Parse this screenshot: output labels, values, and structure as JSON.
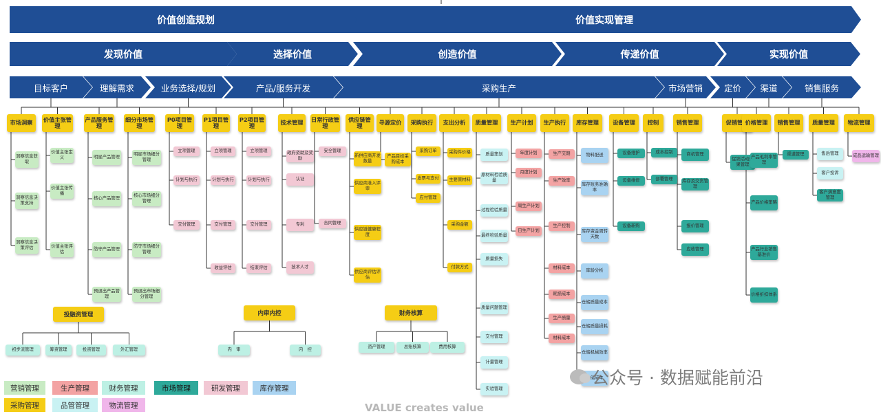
{
  "colors": {
    "navy": "#1f4e95",
    "marketing": "#c8ebc3",
    "production": "#f3a3a3",
    "finance": "#bdf0e4",
    "market": "#2ea99a",
    "rnd": "#f2c8d4",
    "inventory": "#a9d3f1",
    "purchasing": "#f5cd15",
    "quality": "#c9f2f3",
    "logistics": "#f0b6ea",
    "line": "#333333"
  },
  "level1": [
    {
      "label": "价值创造规划"
    },
    {
      "label": "价值实现管理"
    }
  ],
  "level2": [
    {
      "label": "发现价值"
    },
    {
      "label": "选择价值"
    },
    {
      "label": "创造价值"
    },
    {
      "label": "传递价值"
    },
    {
      "label": "实现价值"
    }
  ],
  "level3": [
    {
      "label": "目标客户"
    },
    {
      "label": "理解需求"
    },
    {
      "label": "业务选择/规划"
    },
    {
      "label": "产品/服务开发"
    },
    {
      "label": "采购生产"
    },
    {
      "label": "市场营销"
    },
    {
      "label": "定价"
    },
    {
      "label": "渠道"
    },
    {
      "label": "销售服务"
    }
  ],
  "columns": [
    {
      "title": "市场洞察",
      "cat": "purchasing",
      "items": [
        {
          "label": "洞察信息获取",
          "cat": "marketing"
        },
        {
          "label": "洞察信息决策支持",
          "cat": "marketing"
        },
        {
          "label": "洞察信息决策评估",
          "cat": "marketing"
        }
      ]
    },
    {
      "title": "价值主张管理",
      "cat": "purchasing",
      "items": [
        {
          "label": "价值主张定义",
          "cat": "marketing"
        },
        {
          "label": "价值主张传播",
          "cat": "marketing"
        },
        {
          "label": "价值主张评估",
          "cat": "marketing"
        }
      ]
    },
    {
      "title": "产品服务管理",
      "cat": "purchasing",
      "items": [
        {
          "label": "明星产品管理",
          "cat": "marketing"
        },
        {
          "label": "核心产品管理",
          "cat": "marketing"
        },
        {
          "label": "防守产品管理",
          "cat": "marketing"
        },
        {
          "label": "预退出产品管理",
          "cat": "marketing"
        }
      ]
    },
    {
      "title": "细分市场管理",
      "cat": "purchasing",
      "items": [
        {
          "label": "明星市场细分管理",
          "cat": "marketing"
        },
        {
          "label": "核心市场细分管理",
          "cat": "marketing"
        },
        {
          "label": "防守市场细分管理",
          "cat": "marketing"
        },
        {
          "label": "预退出市场细分管理",
          "cat": "marketing"
        }
      ]
    },
    {
      "title": "P0项目管理",
      "cat": "purchasing",
      "items": [
        {
          "label": "立项管理",
          "cat": "rnd"
        },
        {
          "label": "计划与执行",
          "cat": "rnd"
        },
        {
          "label": "交付管理",
          "cat": "rnd"
        }
      ]
    },
    {
      "title": "P1项目管理",
      "cat": "purchasing",
      "items": [
        {
          "label": "立项管理",
          "cat": "rnd"
        },
        {
          "label": "计划与执行",
          "cat": "rnd"
        },
        {
          "label": "交付管理",
          "cat": "rnd"
        },
        {
          "label": "收益评估",
          "cat": "rnd"
        }
      ]
    },
    {
      "title": "P2项目管理",
      "cat": "purchasing",
      "items": [
        {
          "label": "立项管理",
          "cat": "rnd"
        },
        {
          "label": "计划与执行",
          "cat": "rnd"
        },
        {
          "label": "交付管理",
          "cat": "rnd"
        },
        {
          "label": "结束评估",
          "cat": "rnd"
        }
      ]
    },
    {
      "title": "技术管理",
      "cat": "purchasing",
      "items": [
        {
          "label": "政府资助及奖励",
          "cat": "rnd"
        },
        {
          "label": "认证",
          "cat": "rnd"
        },
        {
          "label": "专利",
          "cat": "rnd"
        },
        {
          "label": "技术人才",
          "cat": "rnd"
        }
      ]
    },
    {
      "title": "日常行政管理",
      "cat": "purchasing",
      "items": [
        {
          "label": "安全管理",
          "cat": "rnd"
        },
        {
          "label": "合同管理",
          "cat": "rnd"
        }
      ]
    },
    {
      "title": "供应链管理",
      "cat": "purchasing",
      "items": [
        {
          "label": "新供应商开发数量",
          "cat": "purchasing"
        },
        {
          "label": "供应商准入评审",
          "cat": "purchasing"
        },
        {
          "label": "供应链健康程度",
          "cat": "purchasing"
        },
        {
          "label": "供应商评估评估",
          "cat": "purchasing"
        }
      ]
    },
    {
      "title": "寻源定价",
      "cat": "purchasing",
      "items": [
        {
          "label": "产品目标采购成本",
          "cat": "purchasing"
        }
      ]
    },
    {
      "title": "采购执行",
      "cat": "purchasing",
      "items": [
        {
          "label": "采购订单",
          "cat": "purchasing"
        },
        {
          "label": "发票与支付",
          "cat": "purchasing"
        },
        {
          "label": "应付管理",
          "cat": "purchasing"
        }
      ]
    },
    {
      "title": "支出分析",
      "cat": "purchasing",
      "items": [
        {
          "label": "采购件价格",
          "cat": "purchasing"
        },
        {
          "label": "主要原材料",
          "cat": "purchasing"
        },
        {
          "label": "采购金额",
          "cat": "purchasing"
        },
        {
          "label": "付款方式",
          "cat": "purchasing"
        }
      ]
    },
    {
      "title": "质量管理",
      "cat": "purchasing",
      "items": [
        {
          "label": "质量策划",
          "cat": "quality"
        },
        {
          "label": "原材料检验质量",
          "cat": "quality"
        },
        {
          "label": "过程检验质量",
          "cat": "quality"
        },
        {
          "label": "最终检验质量",
          "cat": "quality"
        },
        {
          "label": "质量损失",
          "cat": "quality"
        },
        {
          "label": "质量问题管理",
          "cat": "quality"
        },
        {
          "label": "交付管理",
          "cat": "quality"
        },
        {
          "label": "计量管理",
          "cat": "quality"
        },
        {
          "label": "实验管理",
          "cat": "quality"
        }
      ]
    },
    {
      "title": "生产计划",
      "cat": "purchasing",
      "items": [
        {
          "label": "年度计划",
          "cat": "production"
        },
        {
          "label": "月度计划",
          "cat": "production"
        },
        {
          "label": "周生产计划",
          "cat": "production"
        },
        {
          "label": "日生产计划",
          "cat": "production"
        }
      ]
    },
    {
      "title": "生产执行",
      "cat": "purchasing",
      "items": [
        {
          "label": "生产交期",
          "cat": "production"
        },
        {
          "label": "生产效率",
          "cat": "production"
        },
        {
          "label": "生产控制",
          "cat": "production"
        },
        {
          "label": "材料成本",
          "cat": "production"
        },
        {
          "label": "耗损成本",
          "cat": "production"
        },
        {
          "label": "生产质量",
          "cat": "production"
        },
        {
          "label": "材料成本",
          "cat": "production"
        }
      ]
    },
    {
      "title": "库存管理",
      "cat": "purchasing",
      "items": [
        {
          "label": "物料配送",
          "cat": "inventory"
        },
        {
          "label": "库存账务准确率",
          "cat": "inventory"
        },
        {
          "label": "库存资金周转天数",
          "cat": "inventory"
        },
        {
          "label": "库龄分析",
          "cat": "inventory"
        },
        {
          "label": "仓储质量成本",
          "cat": "inventory"
        },
        {
          "label": "仓储质量损耗",
          "cat": "inventory"
        },
        {
          "label": "仓储机械效率",
          "cat": "inventory"
        },
        {
          "label": "仓储成本",
          "cat": "inventory"
        }
      ]
    },
    {
      "title": "设备管理",
      "cat": "purchasing",
      "items": [
        {
          "label": "设备维护",
          "cat": "market"
        },
        {
          "label": "设备维修",
          "cat": "market"
        },
        {
          "label": "设备新购",
          "cat": "market"
        }
      ]
    },
    {
      "title": "控制",
      "cat": "purchasing",
      "items": [
        {
          "label": "成本控制",
          "cat": "market"
        },
        {
          "label": "部署管理",
          "cat": "market"
        }
      ]
    },
    {
      "title": "销售管理",
      "cat": "purchasing",
      "items": [
        {
          "label": "商机管理",
          "cat": "market"
        },
        {
          "label": "库存及交货管理",
          "cat": "market"
        },
        {
          "label": "报价管理",
          "cat": "market"
        },
        {
          "label": "应收管理",
          "cat": "market"
        }
      ]
    },
    {
      "title": "促销管理",
      "cat": "purchasing",
      "items": [
        {
          "label": "促销活动效果管理",
          "cat": "market"
        }
      ]
    },
    {
      "title": "价格管理",
      "cat": "purchasing",
      "items": [
        {
          "label": "产品毛利率管理",
          "cat": "market"
        },
        {
          "label": "产品价格策略",
          "cat": "market"
        },
        {
          "label": "产品行业销售基准价",
          "cat": "market"
        },
        {
          "label": "价格折扣体系",
          "cat": "market"
        }
      ]
    },
    {
      "title": "销售管理",
      "cat": "purchasing",
      "items": [
        {
          "label": "渠道管理",
          "cat": "market"
        }
      ]
    },
    {
      "title": "质量管理",
      "cat": "purchasing",
      "items": [
        {
          "label": "售后管理",
          "cat": "quality"
        },
        {
          "label": "客户投诉",
          "cat": "quality"
        },
        {
          "label": "客户满意度管理",
          "cat": "market"
        }
      ]
    },
    {
      "title": "物流管理",
      "cat": "purchasing",
      "items": [
        {
          "label": "成品运输管理",
          "cat": "logistics"
        }
      ]
    }
  ],
  "centers": [
    {
      "title": "投融资管理",
      "items": [
        "初步流管理",
        "筹资管理",
        "投资管理",
        "外汇管理"
      ]
    },
    {
      "title": "内审内控",
      "items": [
        "内　审",
        "内　控"
      ]
    },
    {
      "title": "财务核算",
      "items": [
        "资产管理",
        "总账核算",
        "费用核算"
      ]
    }
  ],
  "legend": [
    {
      "label": "营销管理",
      "cat": "marketing"
    },
    {
      "label": "生产管理",
      "cat": "production"
    },
    {
      "label": "财务管理",
      "cat": "finance"
    },
    {
      "label": "市场管理",
      "cat": "market"
    },
    {
      "label": "研发管理",
      "cat": "rnd"
    },
    {
      "label": "库存管理",
      "cat": "inventory"
    },
    {
      "label": "采购管理",
      "cat": "purchasing"
    },
    {
      "label": "品管管理",
      "cat": "quality"
    },
    {
      "label": "物流管理",
      "cat": "logistics"
    }
  ],
  "watermark": "公众号 · 数据赋能前沿",
  "footer": "VALUE creates value"
}
